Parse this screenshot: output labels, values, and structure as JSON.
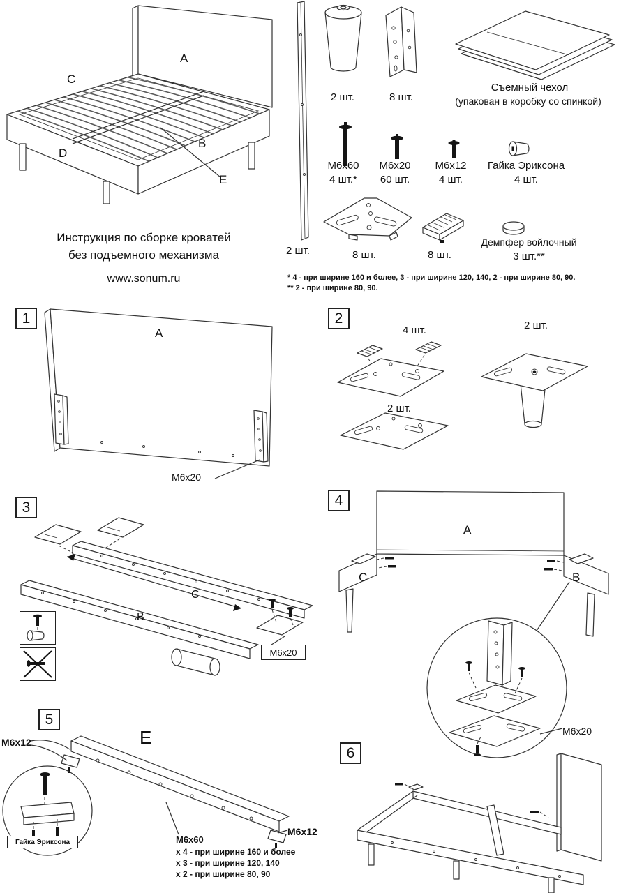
{
  "header": {
    "title_line1": "Инструкция по сборке кроватей",
    "title_line2": "без подъемного механизма",
    "website": "www.sonum.ru"
  },
  "overview_labels": {
    "a": "A",
    "b": "B",
    "c": "C",
    "d": "D",
    "e": "E"
  },
  "parts": {
    "rail_qty": "2 шт.",
    "leg_qty": "2 шт.",
    "bracket_qty": "8 шт.",
    "cover_title": "Съемный чехол",
    "cover_note": "(упакован в коробку со спинкой)",
    "bolt_m6x60_name": "М6х60",
    "bolt_m6x60_qty": "4 шт.*",
    "bolt_m6x20_name": "М6х20",
    "bolt_m6x20_qty": "60 шт.",
    "bolt_m6x12_name": "М6х12",
    "bolt_m6x12_qty": "4 шт.",
    "nut_name": "Гайка Эриксона",
    "nut_qty": "4 шт.",
    "corner_bracket_qty": "8 шт.",
    "damper_qty": "8 шт.",
    "felt_damper_name": "Демпфер войлочный",
    "felt_damper_qty": "3 шт.**",
    "footnote1": "* 4 - при ширине 160 и более, 3 - при ширине 120, 140, 2 - при ширине 80, 90.",
    "footnote2": "** 2 - при ширине 80, 90."
  },
  "step1": {
    "num": "1",
    "label_a": "A",
    "bolt": "М6х20"
  },
  "step2": {
    "num": "2",
    "qty_top": "4 шт.",
    "qty_right": "2 шт.",
    "qty_bottom": "2 шт."
  },
  "step3": {
    "num": "3",
    "label_b": "B",
    "label_c": "C",
    "bolt": "М6х20"
  },
  "step4": {
    "num": "4",
    "label_a": "A",
    "label_b": "B",
    "label_c": "C",
    "bolt": "М6х20"
  },
  "step5": {
    "num": "5",
    "label_e": "E",
    "bolt_left": "М6х12",
    "bolt_right": "М6х12",
    "nut_label": "Гайка Эриксона",
    "bolt_center": "М6х60",
    "note1": "х 4 - при ширине 160 и более",
    "note2": "х 3 - при ширине 120, 140",
    "note3": "х 2 - при ширине 80, 90"
  },
  "step6": {
    "num": "6"
  }
}
